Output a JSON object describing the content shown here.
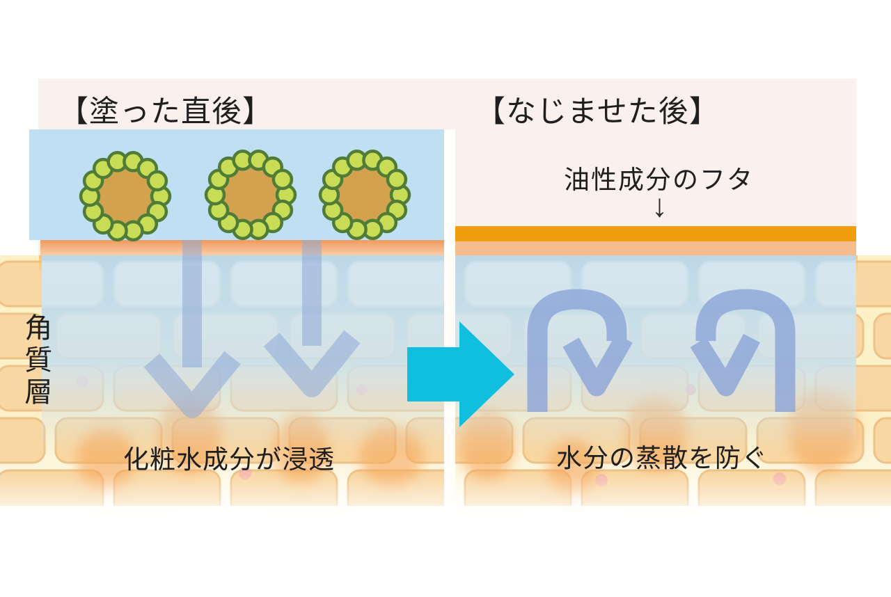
{
  "panels": {
    "left": {
      "title": "【塗った直後】",
      "caption": "化粧水成分が浸透"
    },
    "right": {
      "title": "【なじませた後】",
      "oil_lid_label": "油性成分のフタ",
      "pointer_glyph": "↓",
      "caption": "水分の蒸散を防ぐ"
    }
  },
  "skin_layer_label": "角質層",
  "colors": {
    "panel_background": "#faf0ed",
    "lotion_layer": "#bfe0f2",
    "micelle_core": "#d2a24f",
    "micelle_shell": "#c9dc55",
    "micelle_shell_border": "#4f7c37",
    "oil_lid_bar": "#f19d10",
    "oil_lid_under_strip": "#f7bc8e",
    "skin_surface_strip": "#ef9a5e",
    "skin_brick": "#f8d7a3",
    "skin_background": "#fdf0c6",
    "moisture_overlay": "#bad8eb",
    "penetration_arrow": "#8fa9d6",
    "transition_arrow": "#10bedd",
    "uturn_arrow": "#8ca5d8"
  }
}
